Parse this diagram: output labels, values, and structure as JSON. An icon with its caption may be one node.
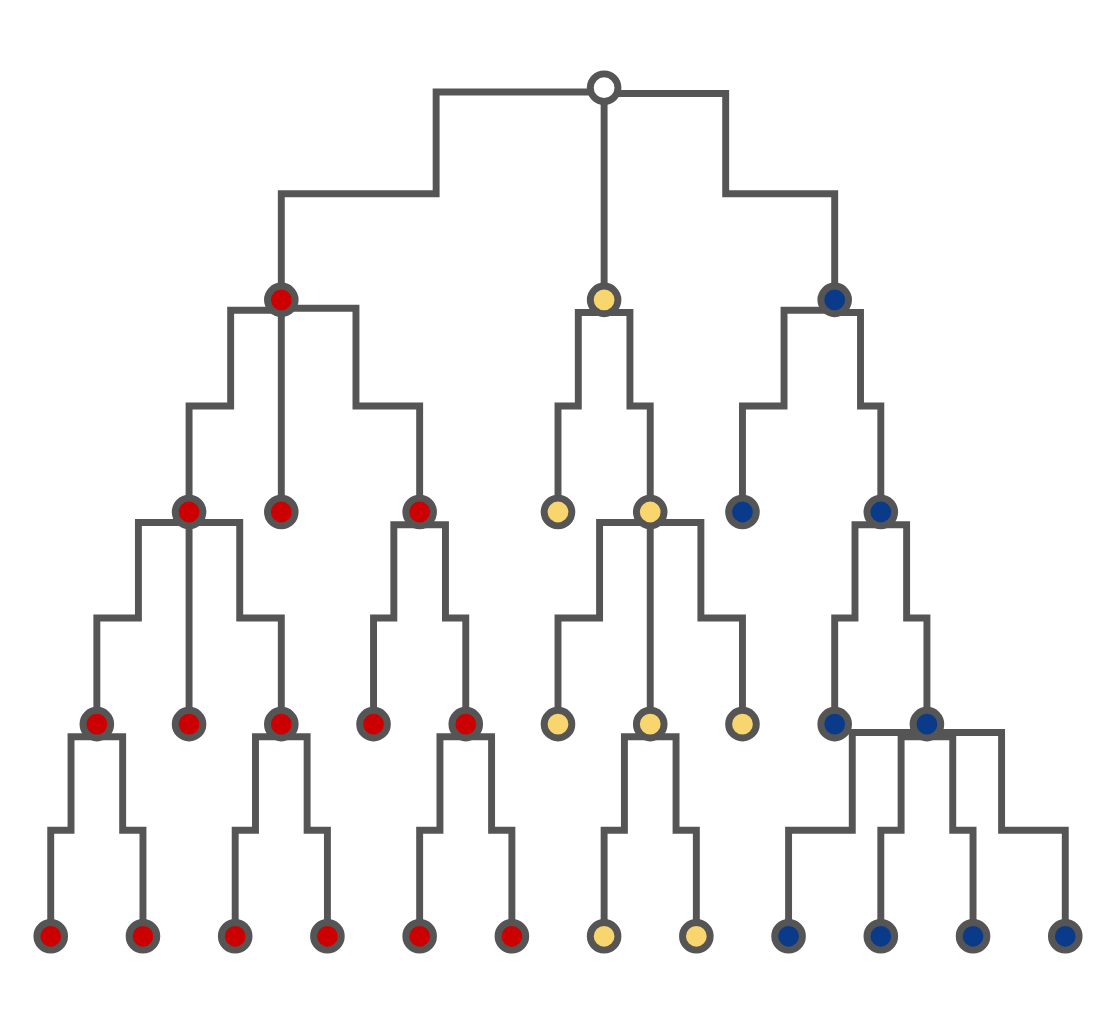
{
  "diagram": {
    "nodes": [
      {
        "text": [],
        "shape": "circle"
      },
      {
        "text": [],
        "shape": "circle"
      },
      {
        "text": [],
        "shape": "circle"
      },
      {
        "text": [],
        "shape": "circle"
      },
      {
        "text": [],
        "shape": "circle"
      },
      {
        "text": [],
        "shape": "circle"
      },
      {
        "text": [],
        "shape": "circle"
      },
      {
        "text": [],
        "shape": "circle"
      },
      {
        "text": [],
        "shape": "circle"
      },
      {
        "text": [],
        "shape": "circle"
      },
      {
        "text": [],
        "shape": "circle"
      },
      {
        "text": [],
        "shape": "circle"
      },
      {
        "text": [],
        "shape": "circle"
      },
      {
        "text": [],
        "shape": "circle"
      },
      {
        "text": [],
        "shape": "circle"
      },
      {
        "text": [],
        "shape": "circle"
      },
      {
        "text": [],
        "shape": "circle"
      },
      {
        "text": [],
        "shape": "circle"
      },
      {
        "text": [],
        "shape": "circle"
      },
      {
        "text": [],
        "shape": "circle"
      },
      {
        "text": [],
        "shape": "circle"
      },
      {
        "text": [],
        "shape": "circle"
      },
      {
        "text": [],
        "shape": "circle"
      },
      {
        "text": [],
        "shape": "circle"
      },
      {
        "text": [],
        "shape": "circle"
      },
      {
        "text": [],
        "shape": "circle"
      },
      {
        "text": [],
        "shape": "circle"
      },
      {
        "text": [],
        "shape": "circle"
      },
      {
        "text": [],
        "shape": "circle"
      },
      {
        "text": [],
        "shape": "circle"
      },
      {
        "text": [],
        "shape": "circle"
      },
      {
        "text": [],
        "shape": "circle"
      },
      {
        "text": [],
        "shape": "circle"
      }
    ],
    "edges": [
      {
        "from": 0,
        "to": 1,
        "arrow": "none"
      },
      {
        "from": 0,
        "to": 2,
        "arrow": "none"
      },
      {
        "from": 0,
        "to": 3,
        "arrow": "none"
      },
      {
        "from": 1,
        "to": 4,
        "arrow": "none"
      },
      {
        "from": 1,
        "to": 5,
        "arrow": "none"
      },
      {
        "from": 1,
        "to": 6,
        "arrow": "none"
      },
      {
        "from": 2,
        "to": 7,
        "arrow": "none"
      },
      {
        "from": 2,
        "to": 8,
        "arrow": "none"
      },
      {
        "from": 3,
        "to": 9,
        "arrow": "none"
      },
      {
        "from": 3,
        "to": 10,
        "arrow": "none"
      },
      {
        "from": 4,
        "to": 11,
        "arrow": "none"
      },
      {
        "from": 4,
        "to": 12,
        "arrow": "none"
      },
      {
        "from": 4,
        "to": 13,
        "arrow": "none"
      },
      {
        "from": 6,
        "to": 14,
        "arrow": "none"
      },
      {
        "from": 6,
        "to": 15,
        "arrow": "none"
      },
      {
        "from": 8,
        "to": 16,
        "arrow": "none"
      },
      {
        "from": 8,
        "to": 17,
        "arrow": "none"
      },
      {
        "from": 8,
        "to": 18,
        "arrow": "none"
      },
      {
        "from": 10,
        "to": 19,
        "arrow": "none"
      },
      {
        "from": 10,
        "to": 20,
        "arrow": "none"
      },
      {
        "from": 11,
        "to": 21,
        "arrow": "none"
      },
      {
        "from": 11,
        "to": 22,
        "arrow": "none"
      },
      {
        "from": 13,
        "to": 23,
        "arrow": "none"
      },
      {
        "from": 13,
        "to": 24,
        "arrow": "none"
      },
      {
        "from": 15,
        "to": 25,
        "arrow": "none"
      },
      {
        "from": 15,
        "to": 26,
        "arrow": "none"
      },
      {
        "from": 17,
        "to": 27,
        "arrow": "none"
      },
      {
        "from": 17,
        "to": 28,
        "arrow": "none"
      },
      {
        "from": 20,
        "to": 29,
        "arrow": "none"
      },
      {
        "from": 20,
        "to": 30,
        "arrow": "none"
      },
      {
        "from": 20,
        "to": 31,
        "arrow": "none"
      },
      {
        "from": 20,
        "to": 32,
        "arrow": "none"
      }
    ]
  }
}
